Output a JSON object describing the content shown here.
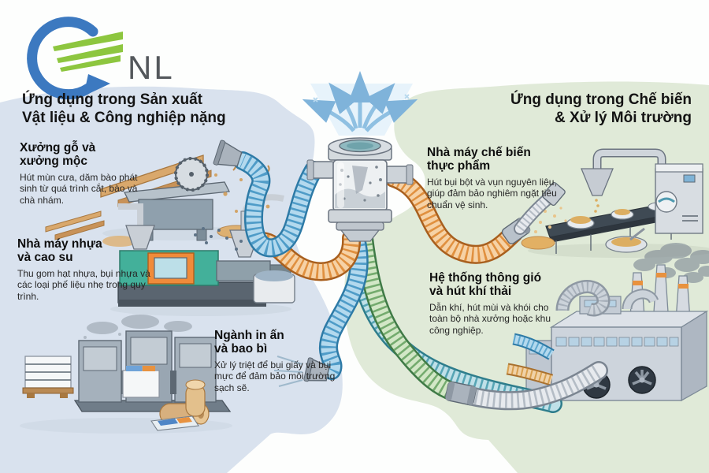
{
  "logo": {
    "text": "NL",
    "arrow_color": "#3c79c0",
    "stripes_color": "#8dc63f"
  },
  "panels": {
    "left": {
      "title": "Ứng dụng trong Sản xuất\nVật liệu & Công nghiệp nặng",
      "bg_color": "#d9e2ee",
      "sections": [
        {
          "heading": "Xưởng gỗ và\nxưởng mộc",
          "body": "Hút mùn cưa, dăm bào phát sinh từ quá trình cắt, bào và chà nhám."
        },
        {
          "heading": "Nhà máy nhựa\nvà cao su",
          "body": "Thu gom hạt nhựa, bụi nhựa và các loại phế liệu nhẹ trong quy trình."
        },
        {
          "heading": "Ngành in ấn\nvà bao bì",
          "body": "Xử lý triệt để bụi giấy và bụi mực để đảm bảo môi trường sạch sẽ."
        }
      ]
    },
    "right": {
      "title": "Ứng dụng trong Chế biến\n& Xử lý Môi trường",
      "bg_color": "#e0ead8",
      "sections": [
        {
          "heading": "Nhà máy chế biến\nthực phẩm",
          "body": "Hút bụi bột và vụn nguyên liệu, giúp đảm bảo nghiêm ngặt tiêu chuẩn vệ sinh."
        },
        {
          "heading": "Hệ thống thông gió\nvà hút khí thải",
          "body": "Dẫn khí, hút mùi và khói cho toàn bộ nhà xưởng hoặc khu công nghiệp."
        }
      ]
    }
  },
  "hose_colors": {
    "blue": "#4f9cc8",
    "teal": "#57a5b5",
    "orange": "#e0903f",
    "green": "#74ab6e",
    "gray": "#b4bcc5"
  }
}
